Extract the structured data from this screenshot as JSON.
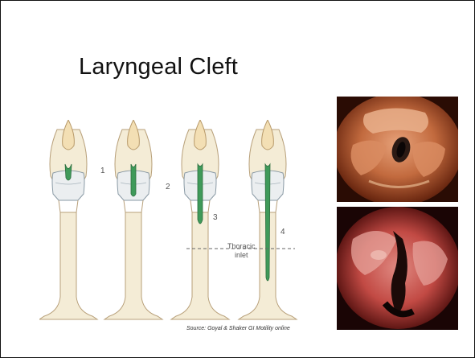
{
  "slide": {
    "title": "Laryngeal Cleft",
    "diagram": {
      "stage_labels": [
        "1",
        "2",
        "3",
        "4"
      ],
      "thoracic_inlet_label_line1": "Thoracic",
      "thoracic_inlet_label_line2": "inlet"
    },
    "source_caption": "Source:  Goyal & Shaker GI Motility online",
    "photos": [
      {
        "description_icon": "endoscopy-photo-icon"
      },
      {
        "description_icon": "endoscopy-photo-icon"
      }
    ]
  },
  "colors": {
    "cleft_green": "#3f9a5a",
    "tissue_fill": "#f4ecd6",
    "tissue_stroke": "#b8a07a",
    "larynx_fill": "#ebeef0",
    "epiglottis_fill": "#f3dfb4"
  }
}
